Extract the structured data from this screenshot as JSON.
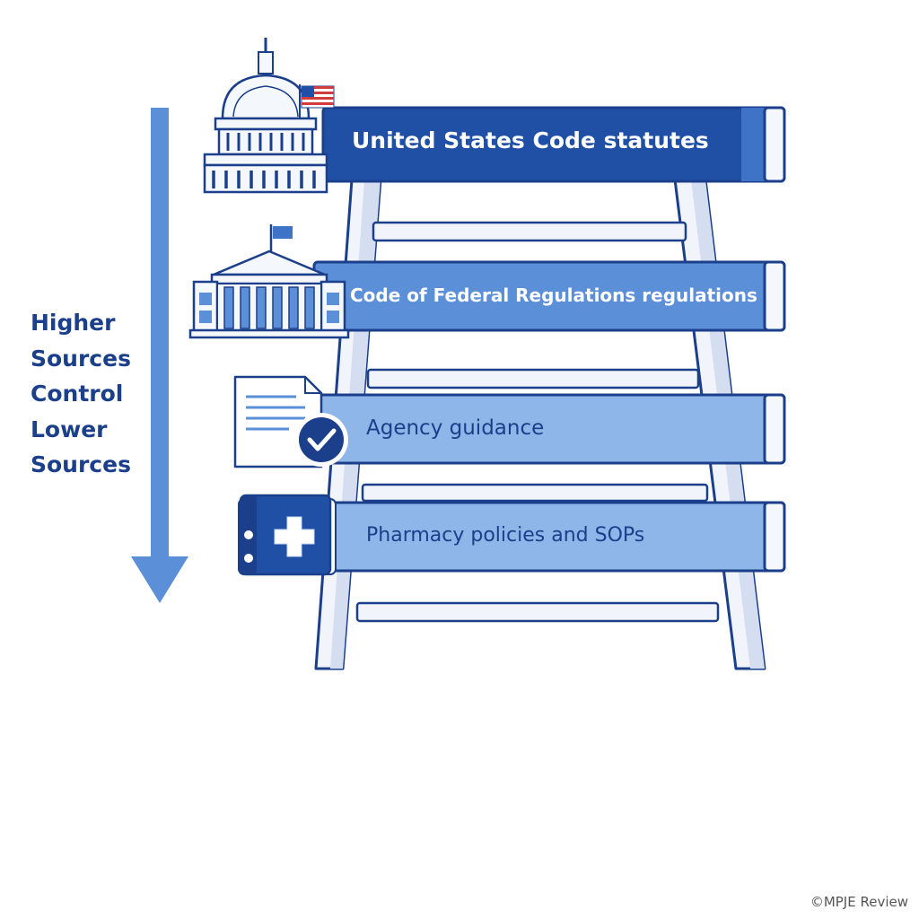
{
  "side_label": {
    "lines": [
      "Higher",
      "Sources",
      "Control",
      "Lower",
      "Sources"
    ]
  },
  "levels": [
    {
      "label": "United States Code statutes",
      "icon": "capitol-icon"
    },
    {
      "label": "Code of Federal Regulations regulations",
      "icon": "federal-building-icon"
    },
    {
      "label": "Agency guidance",
      "icon": "document-check-icon"
    },
    {
      "label": "Pharmacy policies and SOPs",
      "icon": "binder-medical-icon"
    }
  ],
  "credit": "©MPJE Review",
  "colors": {
    "navy": "#1b3f8a",
    "banner_dark": "#2050a5",
    "banner_mid": "#5b8fd8",
    "banner_light": "#8fb6e8",
    "arrow": "#5b8fd8",
    "ladder": "#f1f4fa"
  }
}
